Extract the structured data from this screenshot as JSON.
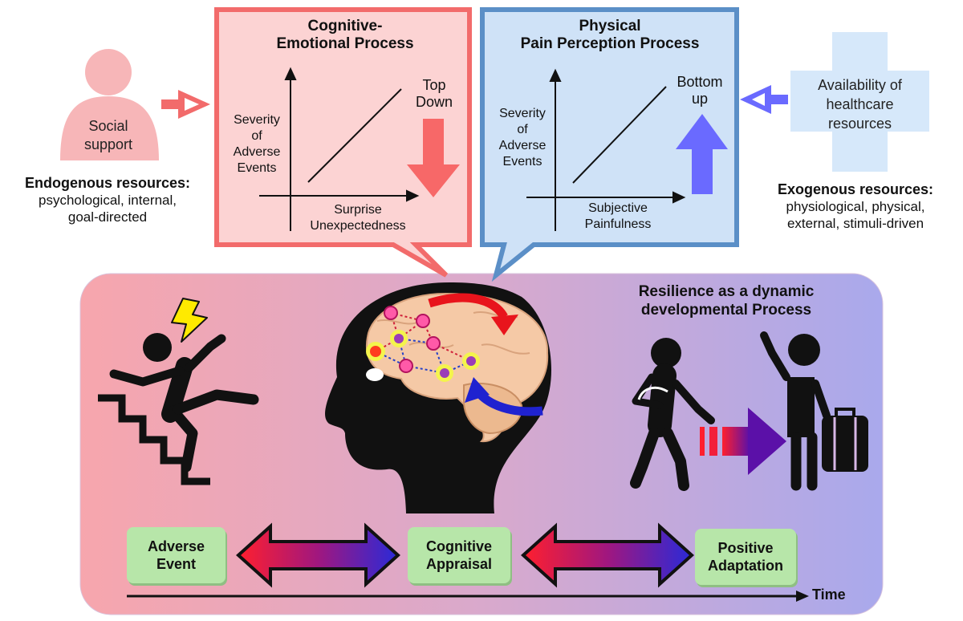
{
  "left_panel": {
    "title_line1": "Cognitive-",
    "title_line2": "Emotional Process",
    "y_label": [
      "Severity",
      "of",
      "Adverse",
      "Events"
    ],
    "x_label_line1": "Surprise",
    "x_label_line2": "Unexpectedness",
    "arrow_label_line1": "Top",
    "arrow_label_line2": "Down",
    "color": "#f26b6b",
    "fill": "#fcd3d3"
  },
  "right_panel": {
    "title_line1": "Physical",
    "title_line2": "Pain Perception Process",
    "y_label": [
      "Severity",
      "of",
      "Adverse",
      "Events"
    ],
    "x_label_line1": "Subjective",
    "x_label_line2": "Painfulness",
    "arrow_label_line1": "Bottom",
    "arrow_label_line2": "up",
    "color": "#5b8fc7",
    "fill": "#cfe2f7"
  },
  "social_support": {
    "line1": "Social",
    "line2": "support"
  },
  "healthcare": {
    "line1": "Availability of",
    "line2": "healthcare",
    "line3": "resources"
  },
  "endogenous": {
    "title": "Endogenous resources:",
    "line1": "psychological, internal,",
    "line2": "goal-directed"
  },
  "exogenous": {
    "title": "Exogenous resources:",
    "line1": "physiological, physical,",
    "line2": "external, stimuli-driven"
  },
  "resilience": {
    "line1": "Resilience as a dynamic",
    "line2": "developmental Process"
  },
  "stages": {
    "adverse_line1": "Adverse",
    "adverse_line2": "Event",
    "appraisal_line1": "Cognitive",
    "appraisal_line2": "Appraisal",
    "adaptation_line1": "Positive",
    "adaptation_line2": "Adaptation"
  },
  "time_label": "Time",
  "icons": [
    "person-icon",
    "falling-person-icon",
    "lightning-icon",
    "head-brain-icon",
    "injured-person-icon",
    "traveler-icon",
    "plus-cross-icon"
  ]
}
